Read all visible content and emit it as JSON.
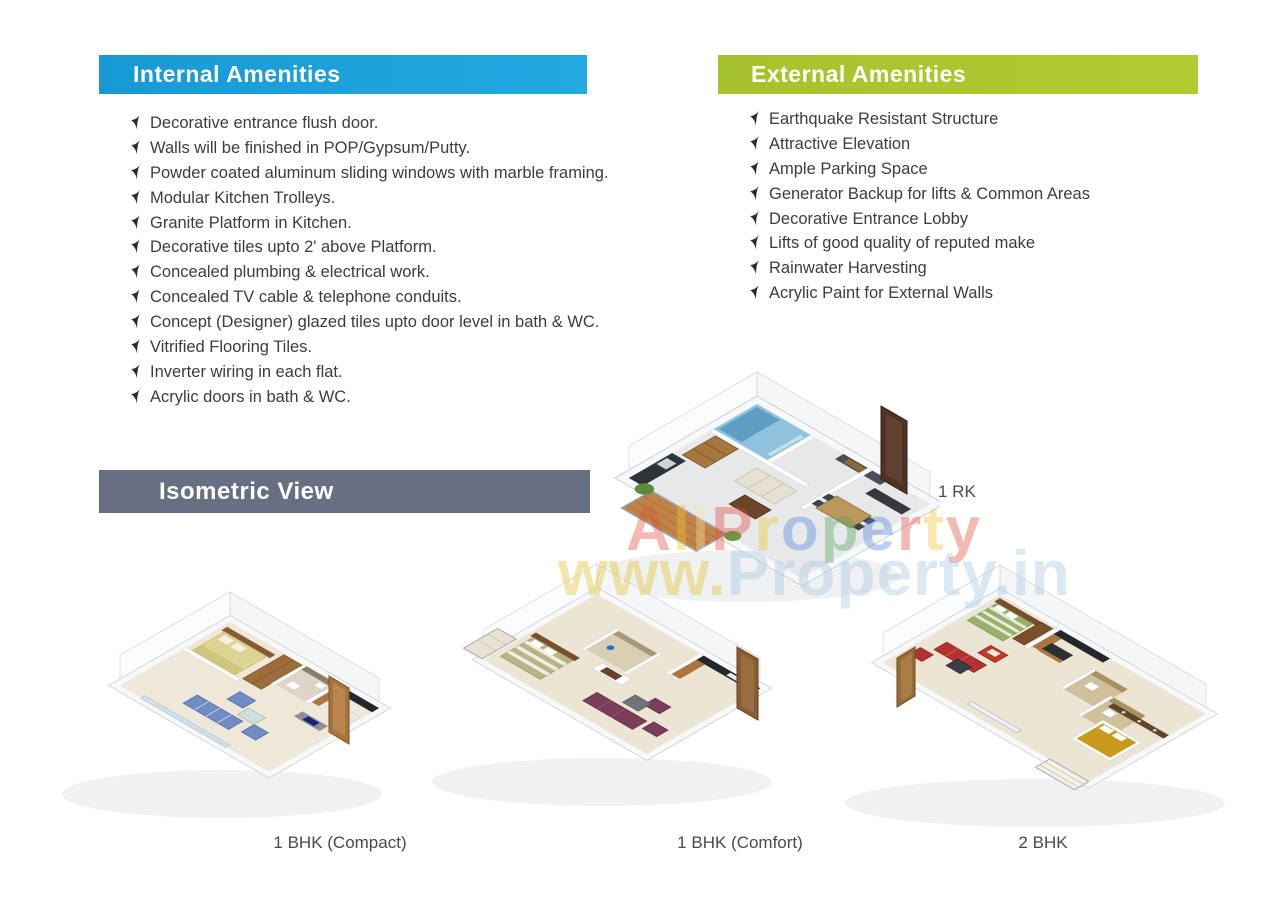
{
  "internal": {
    "title": "Internal Amenities",
    "items": [
      "Decorative entrance flush door.",
      "Walls will be finished in POP/Gypsum/Putty.",
      "Powder coated aluminum sliding windows with marble framing.",
      "Modular Kitchen Trolleys.",
      "Granite Platform in Kitchen.",
      "Decorative tiles upto 2' above Platform.",
      "Concealed plumbing & electrical work.",
      "Concealed TV cable & telephone conduits.",
      "Concept (Designer) glazed tiles upto door level in bath & WC.",
      "Vitrified Flooring Tiles.",
      "Inverter wiring in each flat.",
      "Acrylic doors in bath & WC."
    ]
  },
  "external": {
    "title": "External Amenities",
    "items": [
      "Earthquake Resistant Structure",
      "Attractive Elevation",
      "Ample Parking Space",
      "Generator Backup for lifts & Common Areas",
      "Decorative Entrance Lobby",
      "Lifts of good quality of reputed make",
      "Rainwater Harvesting",
      "Acrylic Paint for External Walls"
    ]
  },
  "isometric": {
    "title": "Isometric View",
    "plans": [
      {
        "label": "1 RK"
      },
      {
        "label": "1 BHK (Compact)"
      },
      {
        "label": "1 BHK (Comfort)"
      },
      {
        "label": "2 BHK"
      }
    ]
  },
  "watermark": {
    "line1_letters": [
      {
        "ch": "A",
        "color": "#e14b3b"
      },
      {
        "ch": "l",
        "color": "#f0c52c"
      },
      {
        "ch": "l",
        "color": "#f5e6a8"
      },
      {
        "ch": "P",
        "color": "#e14b3b"
      },
      {
        "ch": "r",
        "color": "#f0c52c"
      },
      {
        "ch": "o",
        "color": "#4f86e0"
      },
      {
        "ch": "p",
        "color": "#53a55a"
      },
      {
        "ch": "e",
        "color": "#4f86e0"
      },
      {
        "ch": "r",
        "color": "#e14b3b"
      },
      {
        "ch": "t",
        "color": "#f0c52c"
      },
      {
        "ch": "y",
        "color": "#e14b3b"
      }
    ],
    "line2_prefix": "www.",
    "line2_text": "Property.in"
  },
  "colors": {
    "internal_banner": "#1d9fda",
    "external_banner": "#aec82e",
    "isometric_banner": "#667082",
    "body_text": "#3d3d3d"
  }
}
